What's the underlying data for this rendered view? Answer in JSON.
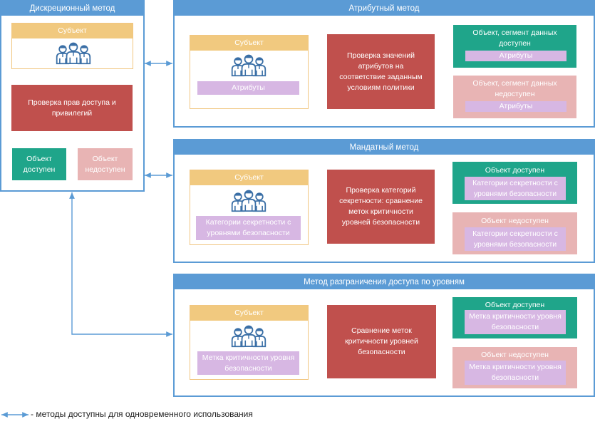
{
  "colors": {
    "accent_blue": "#5b9bd5",
    "subject_yellow": "#f1c97f",
    "process_red": "#c0504d",
    "allowed_green": "#1fa58a",
    "denied_pink": "#e8b4b4",
    "attribute_lavender": "#d7b7e3",
    "icon_blue": "#3a6fa6"
  },
  "discretionary": {
    "title": "Дискреционный метод",
    "subject": "Субъект",
    "check": "Проверка прав доступа и привилегий",
    "allowed": "Объект доступен",
    "denied": "Объект недоступен"
  },
  "attribute": {
    "title": "Атрибутный метод",
    "subject": "Субъект",
    "subject_attr": "Атрибуты",
    "check": "Проверка значений атрибутов на соответствие заданным условиям политики",
    "allowed": "Объект, сегмент данных доступен",
    "allowed_attr": "Атрибуты",
    "denied": "Объект, сегмент данных недоступен",
    "denied_attr": "Атрибуты"
  },
  "mandatory": {
    "title": "Мандатный метод",
    "subject": "Субъект",
    "subject_attr": "Категории секретности с уровнями безопасности",
    "check": "Проверка категорий секретности: сравнение меток критичности уровней безопасности",
    "allowed": "Объект доступен",
    "allowed_attr": "Категории секретности с уровнями безопасности",
    "denied": "Объект недоступен",
    "denied_attr": "Категории секретности с уровнями безопасности"
  },
  "levels": {
    "title": "Метод разграничения доступа по уровням",
    "subject": "Субъект",
    "subject_attr": "Метка критичности уровня безопасности",
    "check": "Сравнение меток критичности уровней безопасности",
    "allowed": "Объект доступен",
    "allowed_attr": "Метка критичности уровня безопасности",
    "denied": "Объект недоступен",
    "denied_attr": "Метка критичности уровня безопасности"
  },
  "legend": {
    "icon": "double-arrow-icon",
    "text": "- методы доступны для одновременного использования"
  }
}
